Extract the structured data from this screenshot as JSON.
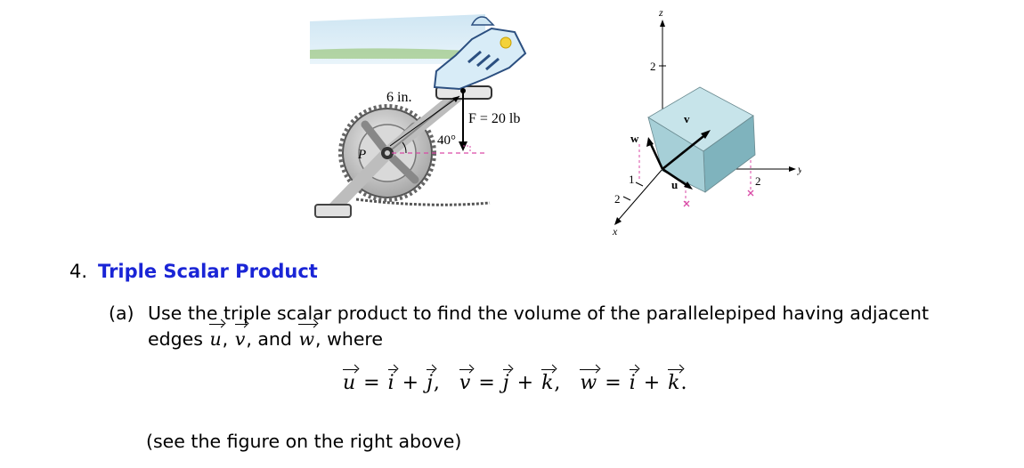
{
  "figure_left": {
    "crank_length_label": "6 in.",
    "force_label": "F = 20 lb",
    "angle_label": "40°",
    "pivot_label": "P"
  },
  "figure_right": {
    "axis_z": "z",
    "axis_y": "y",
    "axis_x": "x",
    "tick_z_2": "2",
    "tick_x_1": "1",
    "tick_x_2": "2",
    "tick_y_2": "2",
    "vec_v": "v",
    "vec_w": "w",
    "vec_u": "u"
  },
  "problem": {
    "number": "4.",
    "title": "Triple Scalar Product",
    "part_label": "(a)",
    "line1": "Use the triple scalar product to find the volume of the parallelepiped having adjacent",
    "line2_prefix": "edges",
    "sep1": ",",
    "sep2": ", and",
    "line2_suffix": ", where",
    "vec_u": "u",
    "vec_v": "v",
    "vec_w": "w",
    "eq_i": "i",
    "eq_j": "j",
    "eq_k": "k",
    "eq_plus": "+",
    "eq_equals": "=",
    "eq_comma": ",",
    "eq_period": ".",
    "note": "(see the figure on the right above)"
  }
}
